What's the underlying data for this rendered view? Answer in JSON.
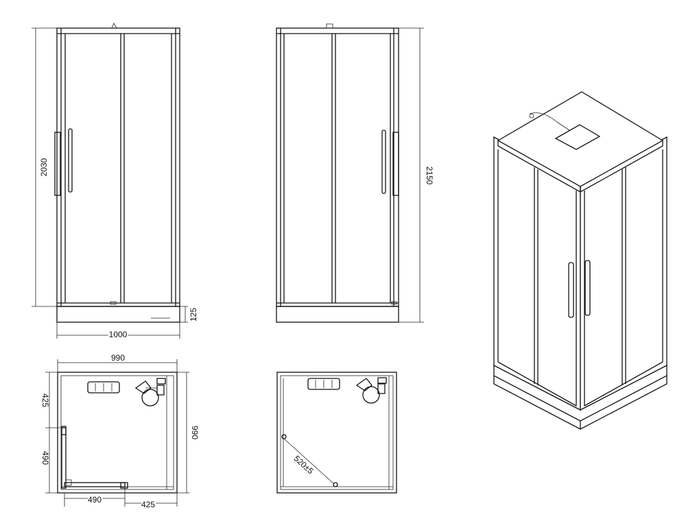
{
  "dimensions": {
    "front_height": "2030",
    "side_height": "2150",
    "tray_height": "125",
    "front_width": "1000",
    "plan_top_width": "990",
    "plan_right_depth": "990",
    "plan_left_upper": "425",
    "plan_left_lower": "490",
    "plan_bottom_left": "490",
    "plan_bottom_right": "425",
    "corner_diagonal": "520±5"
  }
}
